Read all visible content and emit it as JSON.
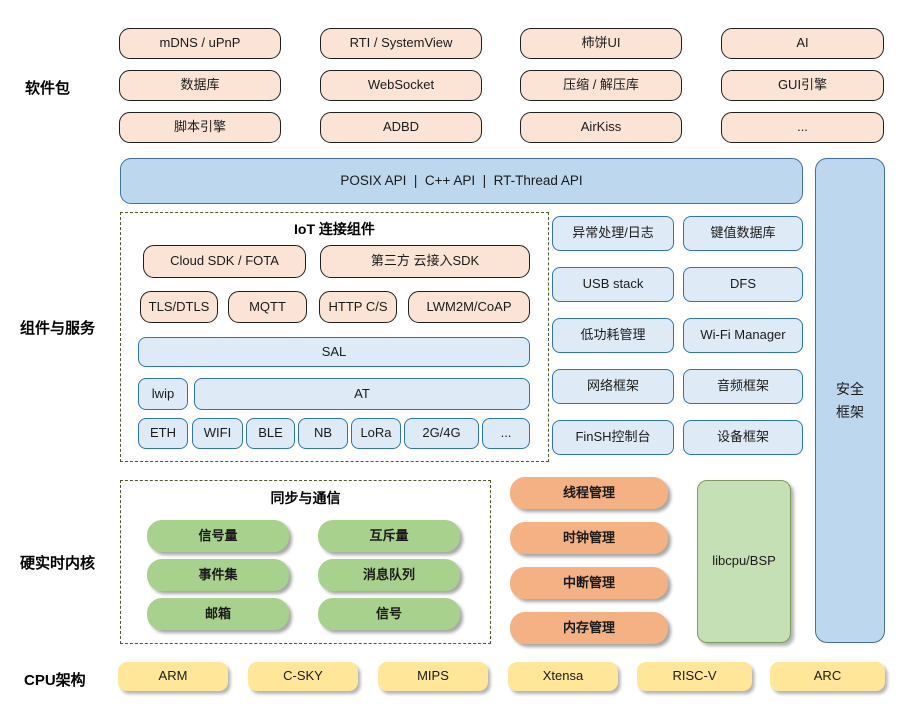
{
  "diagram": {
    "side_labels": {
      "software": "软件包",
      "components": "组件与服务",
      "kernel": "硬实时内核",
      "cpu": "CPU架构"
    },
    "packages": [
      "mDNS / uPnP",
      "RTI / SystemView",
      "柿饼UI",
      "AI",
      "数据库",
      "WebSocket",
      "压缩 / 解压库",
      "GUI引擎",
      "脚本引擎",
      "ADBD",
      "AirKiss",
      "..."
    ],
    "api_bar": "POSIX API  |  C++ API  |  RT-Thread API",
    "security": {
      "line1": "安全",
      "line2": "框架"
    },
    "iot": {
      "title": "IoT 连接组件",
      "cloud": [
        "Cloud SDK / FOTA",
        "第三方 云接入SDK"
      ],
      "protocols": [
        "TLS/DTLS",
        "MQTT",
        "HTTP C/S",
        "LWM2M/CoAP"
      ],
      "sal": "SAL",
      "lwip": "lwip",
      "at": "AT",
      "links": [
        "ETH",
        "WIFI",
        "BLE",
        "NB",
        "LoRa",
        "2G/4G",
        "..."
      ]
    },
    "services": [
      "异常处理/日志",
      "键值数据库",
      "USB stack",
      "DFS",
      "低功耗管理",
      "Wi-Fi Manager",
      "网络框架",
      "音频框架",
      "FinSH控制台",
      "设备框架"
    ],
    "sync": {
      "title": "同步与通信",
      "items": [
        "信号量",
        "互斥量",
        "事件集",
        "消息队列",
        "邮箱",
        "信号"
      ]
    },
    "managers": [
      "线程管理",
      "时钟管理",
      "中断管理",
      "内存管理"
    ],
    "libcpu": "libcpu/BSP",
    "cpus": [
      "ARM",
      "C-SKY",
      "MIPS",
      "Xtensa",
      "RISC-V",
      "ARC"
    ]
  },
  "colors": {
    "peach-fill": "#FBE3D5",
    "blue-fill": "#BDD7EE",
    "blue-border": "#41719C",
    "lightblue-fill": "#DEEBF7",
    "lightblue-border": "#2E75B6",
    "green-fill": "#A9D18E",
    "orange-fill": "#F4B183",
    "libcpu-fill": "#C5E0B4",
    "libcpu-border": "#7C9C5E",
    "yellow-fill": "#FFE699",
    "dash-border": "#4C5B2F"
  }
}
